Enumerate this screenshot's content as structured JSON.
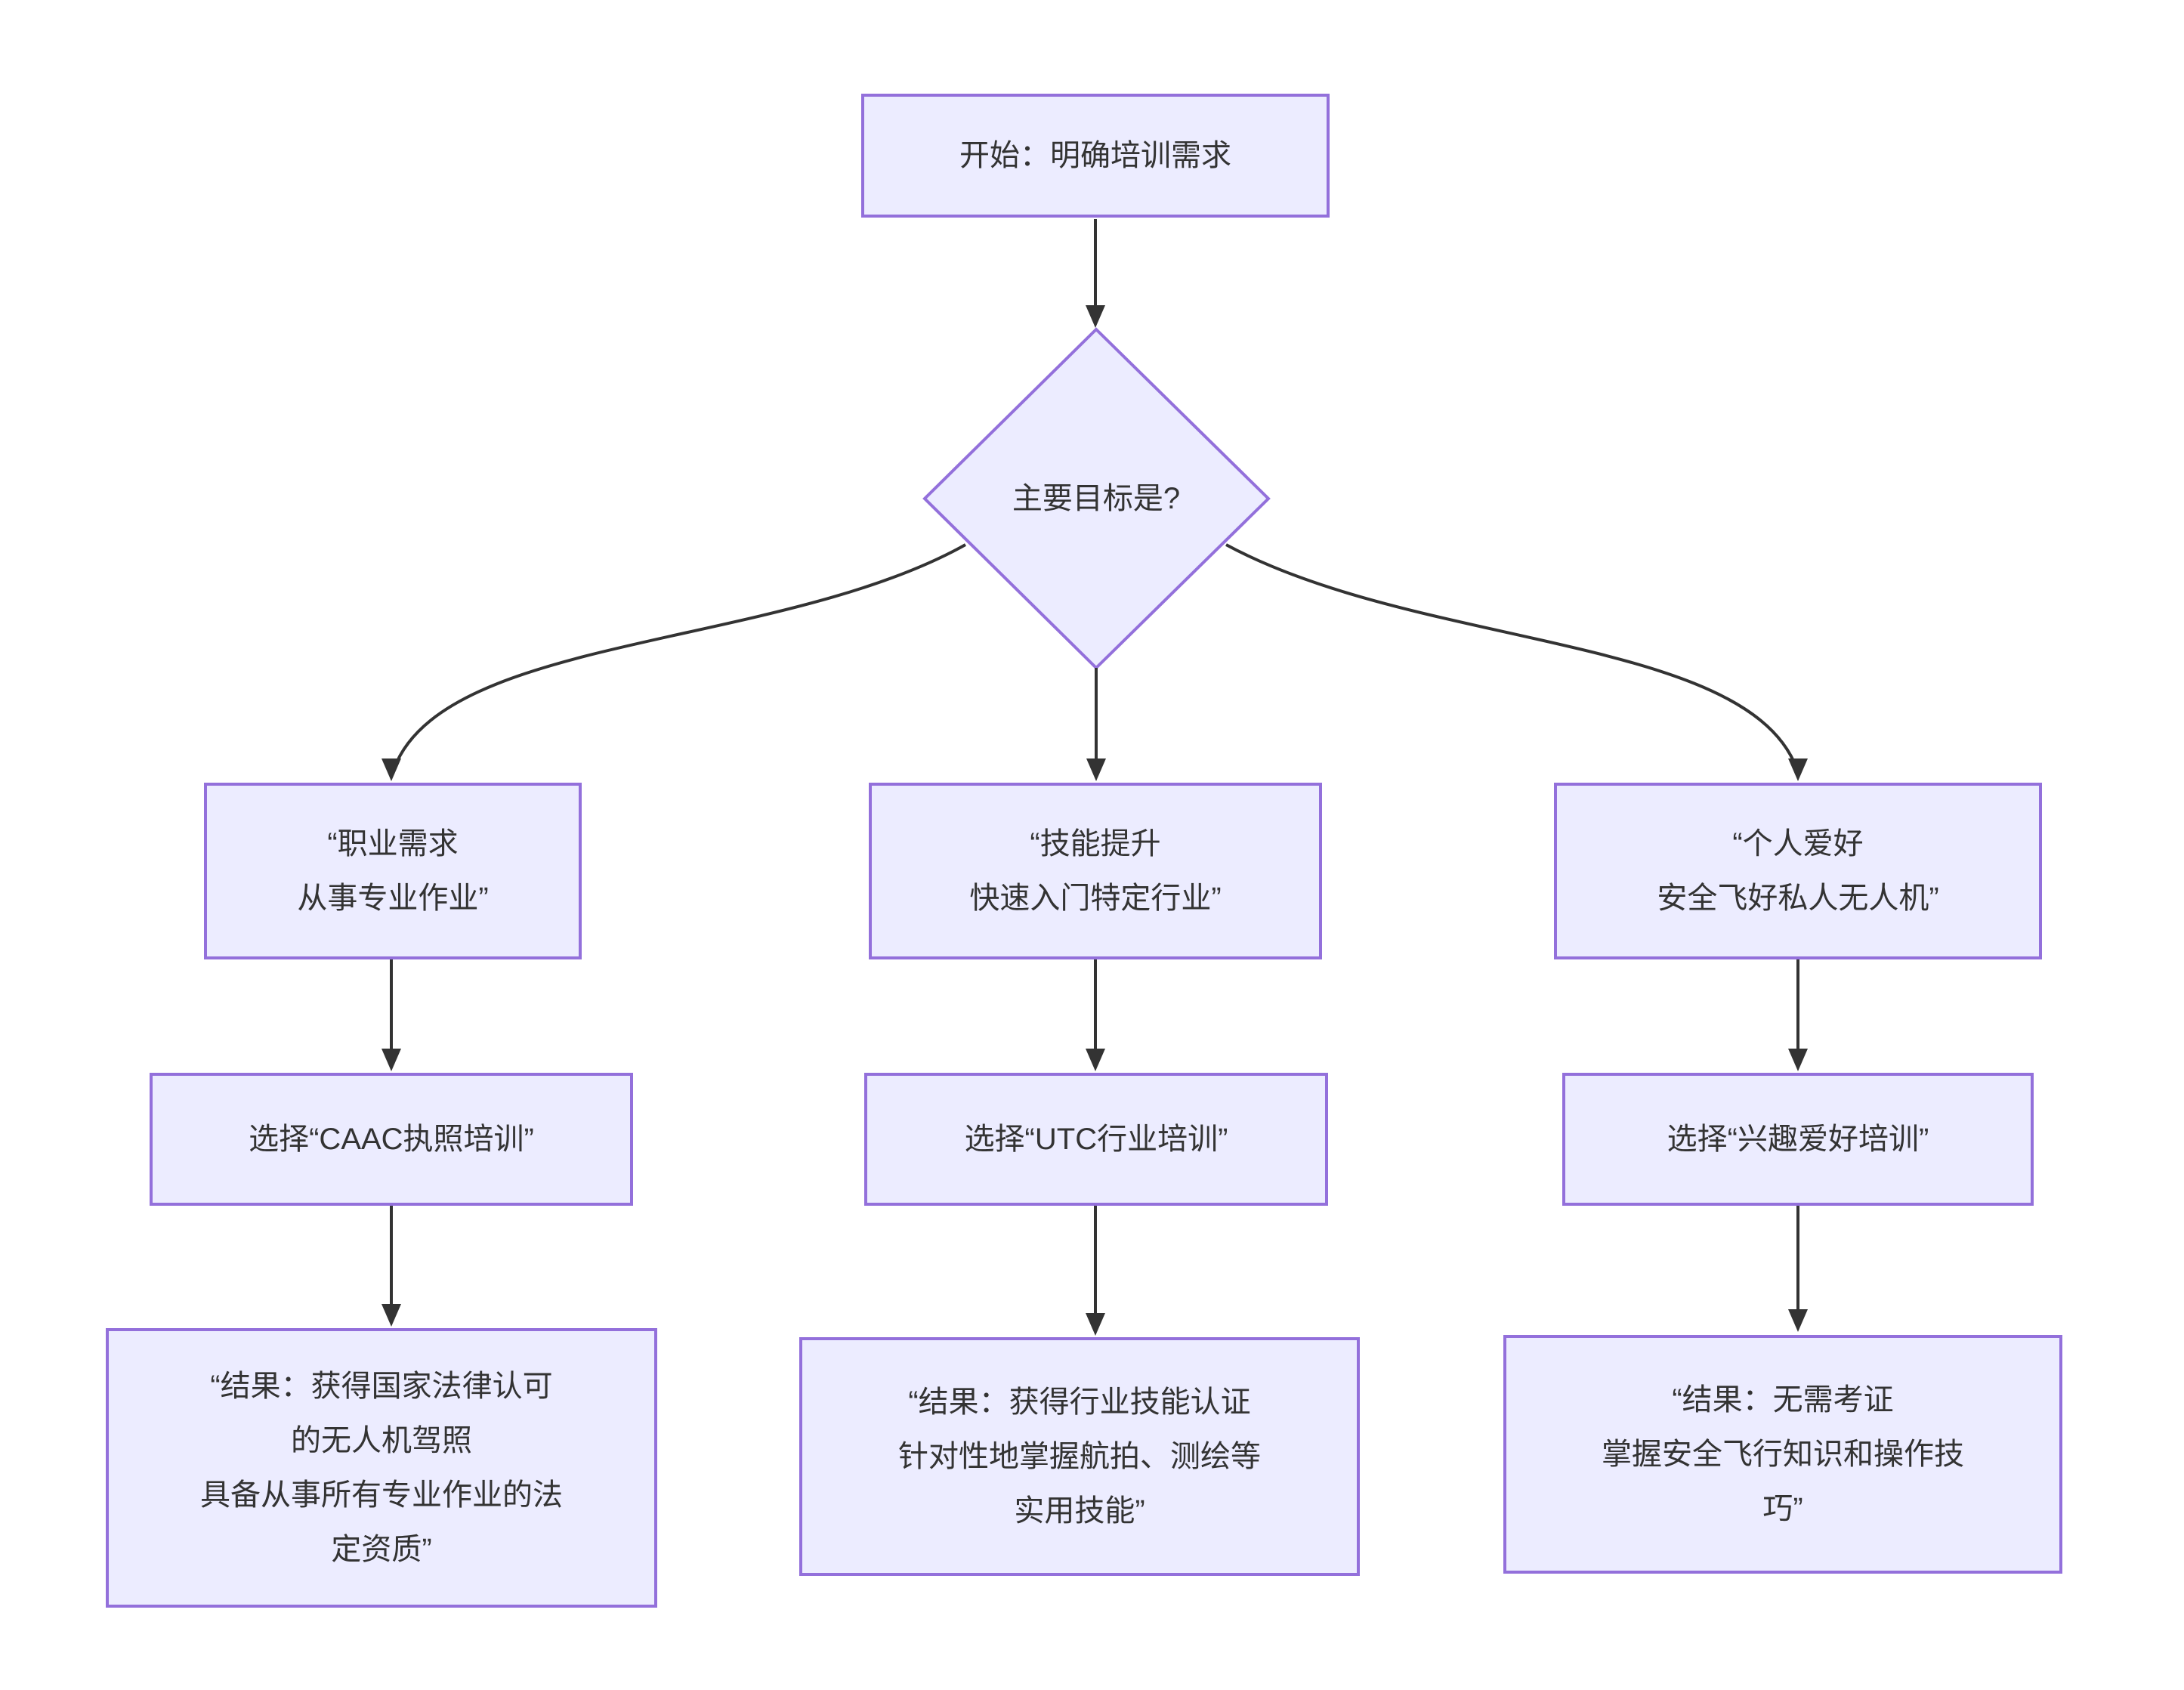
{
  "diagram_type": "flowchart",
  "colors": {
    "background": "#FFFFFF",
    "node_fill": "#ECECFF",
    "node_border": "#9370DB",
    "edge": "#333333",
    "text": "#333333"
  },
  "nodes": {
    "start": {
      "shape": "rect",
      "label": "开始：明确培训需求"
    },
    "decision": {
      "shape": "diamond",
      "label": "主要目标是?"
    },
    "career": {
      "shape": "rect",
      "label": "“职业需求\n从事专业作业”"
    },
    "skill": {
      "shape": "rect",
      "label": "“技能提升\n快速入门特定行业”"
    },
    "hobby": {
      "shape": "rect",
      "label": "“个人爱好\n安全飞好私人无人机”"
    },
    "caac": {
      "shape": "rect",
      "label": "选择“CAAC执照培训”"
    },
    "utc": {
      "shape": "rect",
      "label": "选择“UTC行业培训”"
    },
    "interest": {
      "shape": "rect",
      "label": "选择“兴趣爱好培训”"
    },
    "result_caac": {
      "shape": "rect",
      "label": "“结果：获得国家法律认可\n的无人机驾照\n具备从事所有专业作业的法\n定资质”"
    },
    "result_utc": {
      "shape": "rect",
      "label": "“结果：获得行业技能认证\n针对性地掌握航拍、测绘等\n实用技能”"
    },
    "result_interest": {
      "shape": "rect",
      "label": "“结果：无需考证\n掌握安全飞行知识和操作技\n巧”"
    }
  },
  "edges": [
    {
      "from": "start",
      "to": "decision"
    },
    {
      "from": "decision",
      "to": "career"
    },
    {
      "from": "decision",
      "to": "skill"
    },
    {
      "from": "decision",
      "to": "hobby"
    },
    {
      "from": "career",
      "to": "caac"
    },
    {
      "from": "skill",
      "to": "utc"
    },
    {
      "from": "hobby",
      "to": "interest"
    },
    {
      "from": "caac",
      "to": "result_caac"
    },
    {
      "from": "utc",
      "to": "result_utc"
    },
    {
      "from": "interest",
      "to": "result_interest"
    }
  ]
}
